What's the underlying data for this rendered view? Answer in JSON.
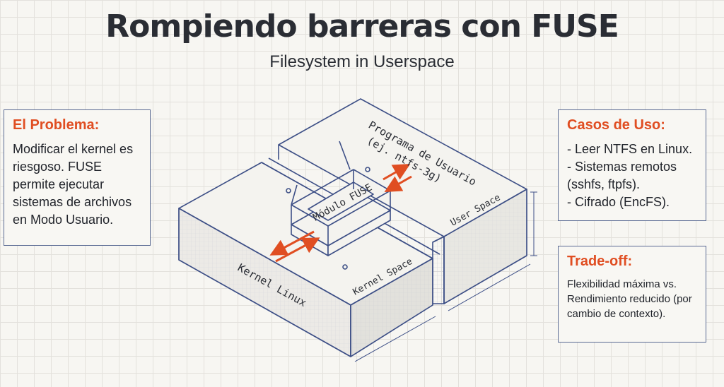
{
  "title": "Rompiendo barreras con FUSE",
  "subtitle": "Filesystem in Userspace",
  "problem": {
    "heading": "El Problema:",
    "body": "Modificar el kernel es riesgoso. FUSE permite ejecutar sistemas de archivos en Modo Usuario."
  },
  "use_cases": {
    "heading": "Casos de Uso:",
    "items": [
      "- Leer NTFS en Linux.",
      "- Sistemas remotos (sshfs, ftpfs).",
      "- Cifrado (EncFS)."
    ]
  },
  "tradeoff": {
    "heading": "Trade-off:",
    "body": "Flexibilidad máxima vs. Rendimiento reducido (por cambio de contexto)."
  },
  "diagram": {
    "user_program_line1": "Programa de Usuario",
    "user_program_line2": "(ej. ntfs-3g)",
    "user_space": "User Space",
    "kernel_linux": "Kernel Linux",
    "kernel_space": "Kernel Space",
    "module": "Módulo FUSE",
    "colors": {
      "line": "#3d4f86",
      "accent": "#e04e22",
      "block": "#f4f3ef",
      "side": "#e7e6e1"
    }
  }
}
